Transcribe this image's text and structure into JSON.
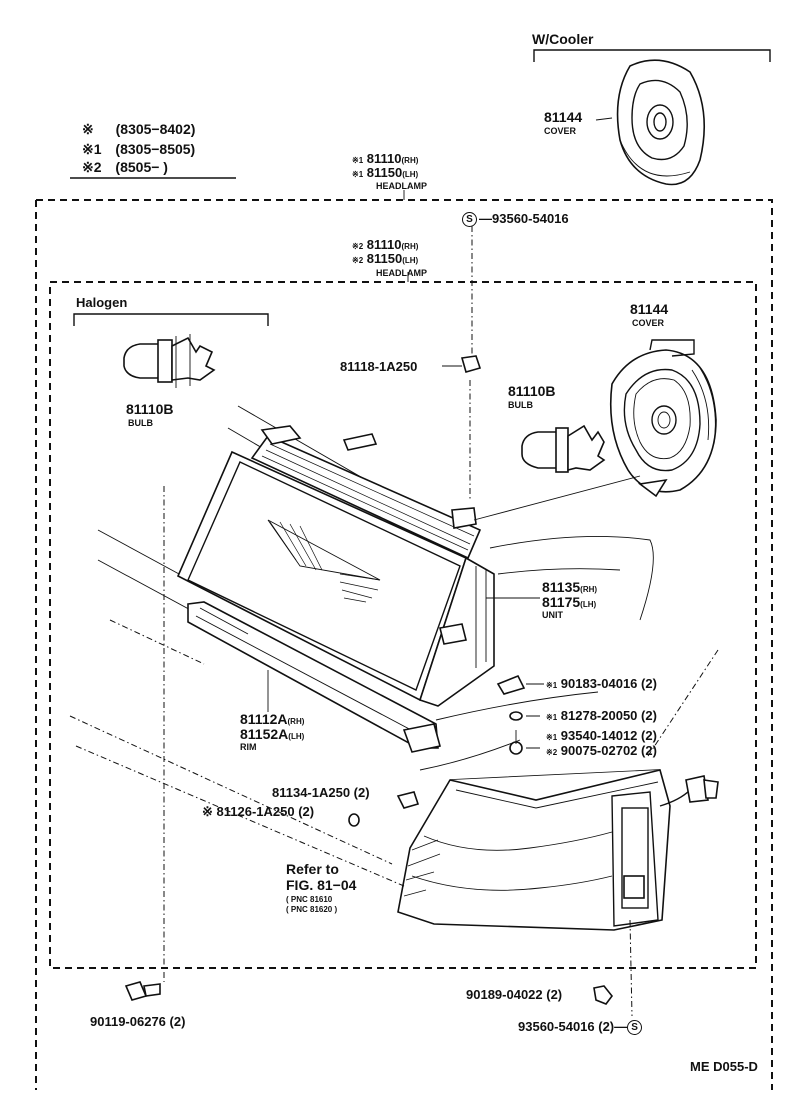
{
  "legend": {
    "rows": [
      {
        "mark": "※",
        "range": "(8305−8402)"
      },
      {
        "mark": "※1",
        "range": "(8305−8505)"
      },
      {
        "mark": "※2",
        "range": "(8505−     )"
      }
    ]
  },
  "groups": {
    "w_cooler": "W/Cooler",
    "halogen": "Halogen"
  },
  "parts": {
    "cover_top": {
      "number": "81144",
      "name": "COVER"
    },
    "cover_right": {
      "number": "81144",
      "name": "COVER"
    },
    "headlamp_outer": {
      "mark1": "※1",
      "rh": "81110",
      "rh_tag": "(RH)",
      "mark2": "※1",
      "lh": "81150",
      "lh_tag": "(LH)",
      "name": "HEADLAMP"
    },
    "headlamp_inner": {
      "mark1": "※2",
      "rh": "81110",
      "rh_tag": "(RH)",
      "mark2": "※2",
      "lh": "81150",
      "lh_tag": "(LH)",
      "name": "HEADLAMP"
    },
    "screw_top": {
      "symbol": "S",
      "number": "93560-54016"
    },
    "nut_81118": {
      "number": "81118-1A250"
    },
    "bulb_left": {
      "number": "81110B",
      "name": "BULB"
    },
    "bulb_right": {
      "number": "81110B",
      "name": "BULB"
    },
    "unit": {
      "rh": "81135",
      "rh_tag": "(RH)",
      "lh": "81175",
      "lh_tag": "(LH)",
      "name": "UNIT"
    },
    "rim": {
      "rh": "81112A",
      "rh_tag": "(RH)",
      "lh": "81152A",
      "lh_tag": "(LH)",
      "name": "RIM"
    },
    "p90183": {
      "mark": "※1",
      "number": "90183-04016 (2)"
    },
    "p81278": {
      "mark": "※1",
      "number": "81278-20050 (2)"
    },
    "p93540": {
      "mark": "※1",
      "number": "93540-14012 (2)"
    },
    "p90075": {
      "mark": "※2",
      "number": "90075-02702 (2)"
    },
    "p81134": {
      "number": "81134-1A250 (2)"
    },
    "p81126": {
      "mark": "※",
      "number": "81126-1A250 (2)"
    },
    "refer": {
      "line1": "Refer to",
      "line2": "FIG. 81−04",
      "pnc1": "( PNC 81610",
      "pnc2": "( PNC 81620 )"
    },
    "p90119": {
      "number": "90119-06276 (2)"
    },
    "p90189": {
      "number": "90189-04022 (2)"
    },
    "screw_bottom": {
      "number": "93560-54016 (2)",
      "symbol": "S"
    }
  },
  "diagram_code": "ME D055-D"
}
